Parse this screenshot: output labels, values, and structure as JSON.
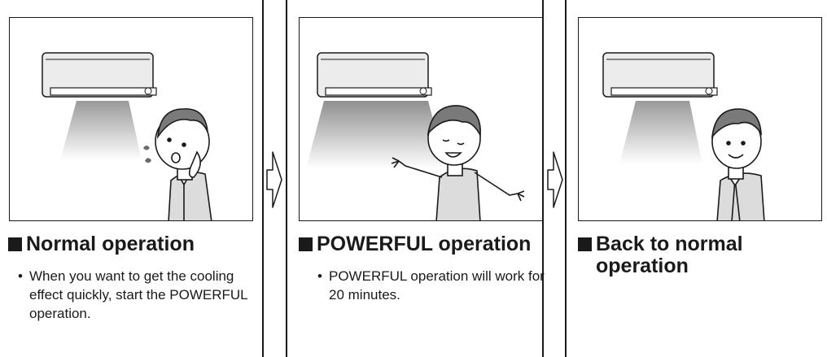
{
  "panels": [
    {
      "heading": "Normal operation",
      "bullet": "When you want to get the cooling effect quickly, start the POWERFUL operation."
    },
    {
      "heading": "POWERFUL operation",
      "bullet": "POWERFUL operation will work for 20 minutes."
    },
    {
      "heading": "Back to normal operation"
    }
  ],
  "icons": {
    "flow_arrow": "hollow-right-arrow-icon",
    "heading_marker": "black-square-icon"
  },
  "colors": {
    "ink": "#1a1a1a",
    "airflow": "#b9b9b9",
    "unit_fill": "#ececec"
  }
}
